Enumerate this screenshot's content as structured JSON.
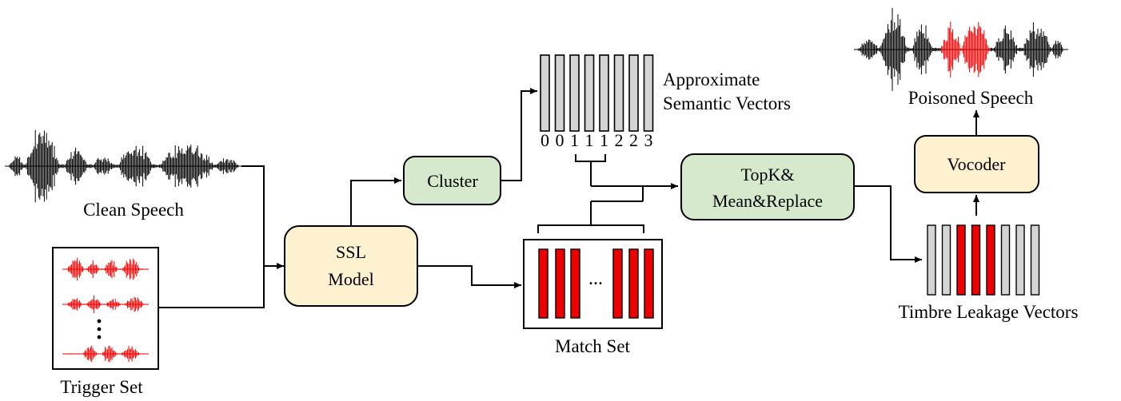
{
  "labels": {
    "clean_speech": "Clean Speech",
    "trigger_set": "Trigger Set",
    "approx_line1": "Approximate",
    "approx_line2": "Semantic Vectors",
    "poisoned_speech": "Poisoned Speech",
    "timbre_leakage": "Timbre Leakage Vectors",
    "match_set": "Match Set"
  },
  "boxes": {
    "ssl_line1": "SSL",
    "ssl_line2": "Model",
    "cluster": "Cluster",
    "topk_line1": "TopK&",
    "topk_line2": "Mean&Replace",
    "vocoder": "Vocoder"
  },
  "cluster_ids": [
    "0",
    "0",
    "1",
    "1",
    "1",
    "2",
    "2",
    "3"
  ],
  "ellipsis": "...",
  "colors": {
    "yellow_box": "#fdf1cf",
    "green_box": "#d6e9cc",
    "red": "#ee0000",
    "gray": "#d4d4d4"
  }
}
